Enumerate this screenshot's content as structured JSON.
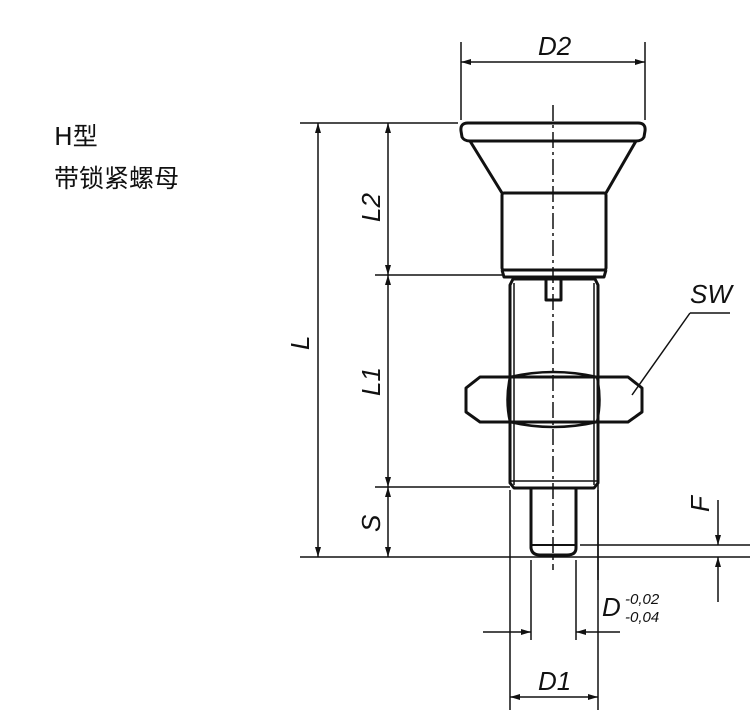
{
  "heading": {
    "type_label": "H型",
    "description": "带锁紧螺母"
  },
  "dimensions": {
    "D2": "D2",
    "L": "L",
    "L2": "L2",
    "L1": "L1",
    "S": "S",
    "SW": "SW",
    "F": "F",
    "D": "D",
    "D_tol_upper": "-0,02",
    "D_tol_lower": "-0,04",
    "D1": "D1"
  }
}
